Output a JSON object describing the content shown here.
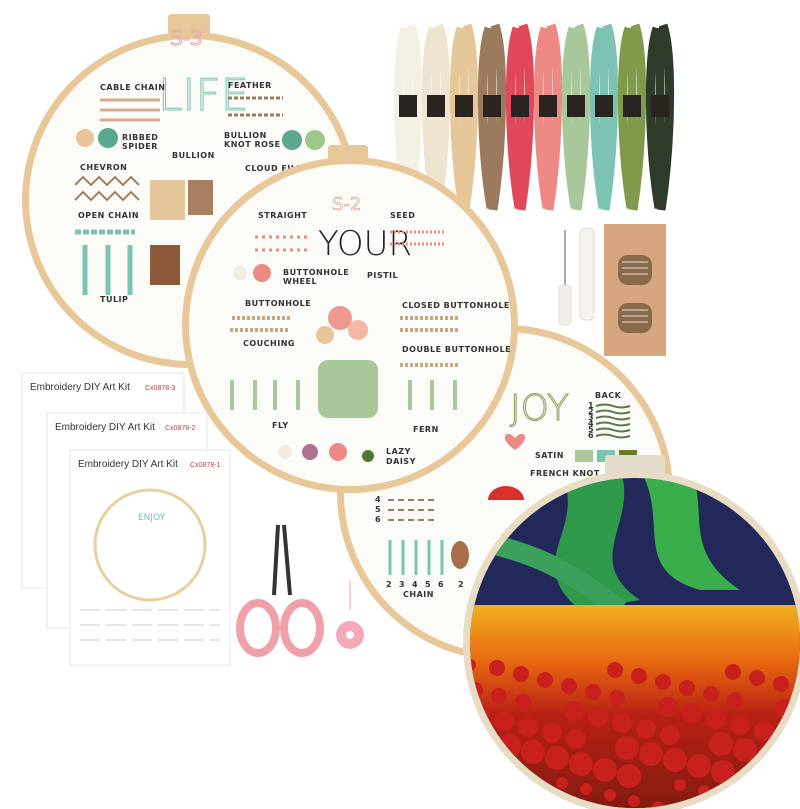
{
  "hoop_s3": {
    "code": "S-3",
    "word": "LIFE",
    "labels": [
      "CABLE CHAIN",
      "FEATHER",
      "RIBBED",
      "SPIDER",
      "BULLION",
      "BULLION",
      "KNOT ROSE",
      "CHEVRON",
      "CLOUD FILLING",
      "OPEN CHAIN",
      "TULIP"
    ]
  },
  "hoop_s2": {
    "code": "S-2",
    "word": "YOUR",
    "labels": [
      "STRAIGHT",
      "SEED",
      "BUTTONHOLE",
      "WHEEL",
      "PISTIL",
      "BUTTONHOLE",
      "CLOSED BUTTONHOLE",
      "COUCHING",
      "DOUBLE BUTTONHOLE",
      "FLY",
      "FERN",
      "LAZY",
      "DAISY"
    ]
  },
  "hoop_s1": {
    "word": "JOY",
    "labels": [
      "BACK",
      "SATIN",
      "FRENCH KNOT",
      "CHAIN"
    ],
    "numbers": [
      "1",
      "2",
      "3",
      "4",
      "5",
      "6",
      "4",
      "5",
      "6",
      "2",
      "3",
      "4",
      "5",
      "6",
      "2"
    ]
  },
  "sheets": [
    {
      "title": "Embroidery DIY Art Kit",
      "code": "Cx0878-3"
    },
    {
      "title": "Embroidery DIY Art Kit",
      "code": "Cx0878-2"
    },
    {
      "title": "Embroidery DIY Art Kit",
      "code": "Cx0878-1"
    }
  ],
  "sheet_center_word": "ENJOY",
  "colors": {
    "hoop": "#e8c898",
    "threads": [
      "#f4f0e2",
      "#efe4cf",
      "#e6c79a",
      "#9c7a5e",
      "#e0485a",
      "#ee8a86",
      "#a8c79a",
      "#7cc3b4",
      "#7f9a4a",
      "#2e3b2a"
    ],
    "sky": "#23285a",
    "aurora": "#2e9a4a",
    "poppy": "#c8201c"
  }
}
